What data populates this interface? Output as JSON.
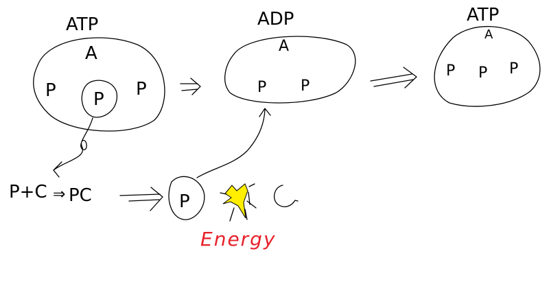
{
  "colors": {
    "ink": "#000000",
    "energy_text": "#e8202a",
    "energy_burst": "#ffee00"
  },
  "atp_left": {
    "title": "ATP",
    "adenosine": "A",
    "phosphates": [
      "P",
      "P",
      "P"
    ]
  },
  "adp": {
    "title": "ADP",
    "adenosine": "A",
    "phosphates": [
      "P",
      "P"
    ]
  },
  "atp_right": {
    "title": "ATP",
    "adenosine": "A",
    "phosphates": [
      "P",
      "P",
      "P"
    ]
  },
  "reaction": {
    "reactants": "P+C",
    "arrow": "⇒",
    "product": "PC"
  },
  "released": {
    "phosphate": "P",
    "creatine": "C",
    "energy_label": "Energy"
  }
}
